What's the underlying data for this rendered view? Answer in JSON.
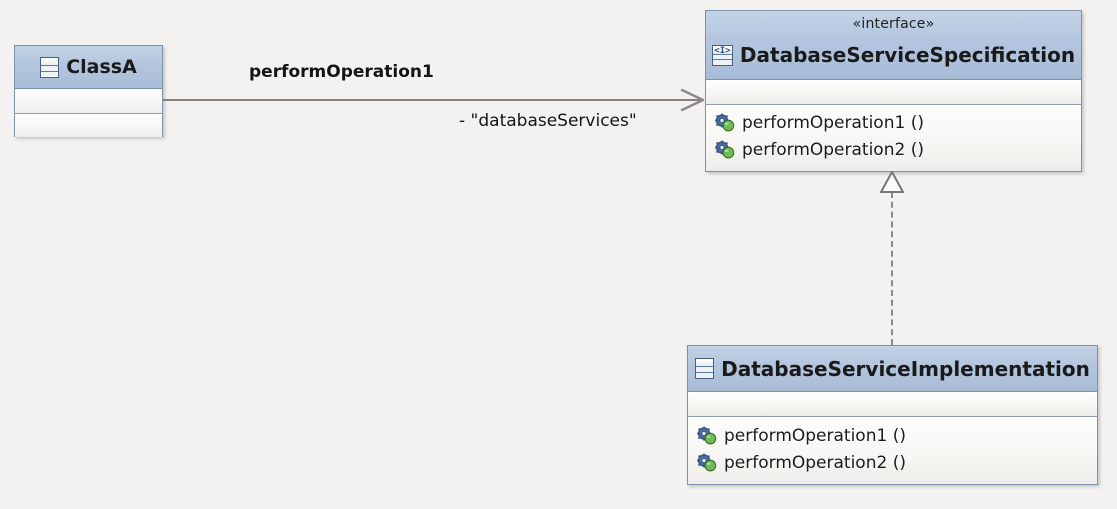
{
  "diagram": {
    "type": "uml-class-diagram",
    "background_color": "#f3f2f0"
  },
  "class_a": {
    "name": "ClassA",
    "icon": "class-icon",
    "attributes": [],
    "operations": []
  },
  "interface": {
    "stereotype": "«interface»",
    "name": "DatabaseServiceSpecification",
    "icon": "interface-icon",
    "attributes": [],
    "operations": [
      {
        "label": "performOperation1 ()",
        "icon": "operation-icon",
        "visibility": "public"
      },
      {
        "label": "performOperation2 ()",
        "icon": "operation-icon",
        "visibility": "public"
      }
    ]
  },
  "implementation": {
    "name": "DatabaseServiceImplementation",
    "icon": "class-icon",
    "attributes": [],
    "operations": [
      {
        "label": "performOperation1 ()",
        "icon": "operation-icon",
        "visibility": "public"
      },
      {
        "label": "performOperation2 ()",
        "icon": "operation-icon",
        "visibility": "public"
      }
    ]
  },
  "association": {
    "from": "ClassA",
    "to": "DatabaseServiceSpecification",
    "label_above": "performOperation1",
    "label_below": "- \"databaseServices\"",
    "arrow": "open-arrow",
    "line_color": "#8a7f76"
  },
  "realization": {
    "from": "DatabaseServiceImplementation",
    "to": "DatabaseServiceSpecification",
    "style": "dashed",
    "arrow": "hollow-triangle",
    "line_color": "#8a8a8a"
  }
}
